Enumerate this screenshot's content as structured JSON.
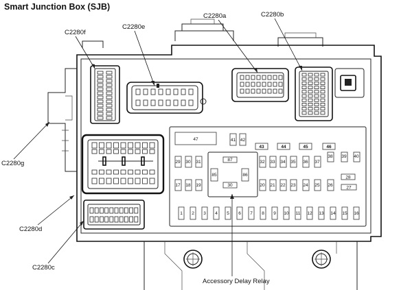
{
  "title": "Smart Junction Box (SJB)",
  "connectors": {
    "c2280a": "C2280a",
    "c2280b": "C2280b",
    "c2280c": "C2280c",
    "c2280d": "C2280d",
    "c2280e": "C2280e",
    "c2280f": "C2280f",
    "c2280g": "C2280g"
  },
  "relay_label": "Accessory Delay Relay",
  "relay_pins": [
    "87",
    "85",
    "86",
    "30"
  ],
  "fuses": {
    "f47": "47",
    "f41": "41",
    "f42": "42",
    "row_top": [
      "43",
      "44",
      "45",
      "46"
    ],
    "row_a_left": [
      "29",
      "30",
      "31"
    ],
    "row_a_right": [
      "32",
      "33",
      "34",
      "35",
      "36",
      "37",
      "38",
      "39",
      "40"
    ],
    "row_b_left": [
      "17",
      "18",
      "19"
    ],
    "row_b_right": [
      "20",
      "21",
      "22",
      "23",
      "24",
      "25",
      "26"
    ],
    "f28": "28",
    "f27": "27",
    "row_bottom": [
      "1",
      "2",
      "3",
      "4",
      "5",
      "6",
      "7",
      "8",
      "9",
      "10",
      "11",
      "12",
      "13",
      "14",
      "15",
      "16"
    ]
  }
}
